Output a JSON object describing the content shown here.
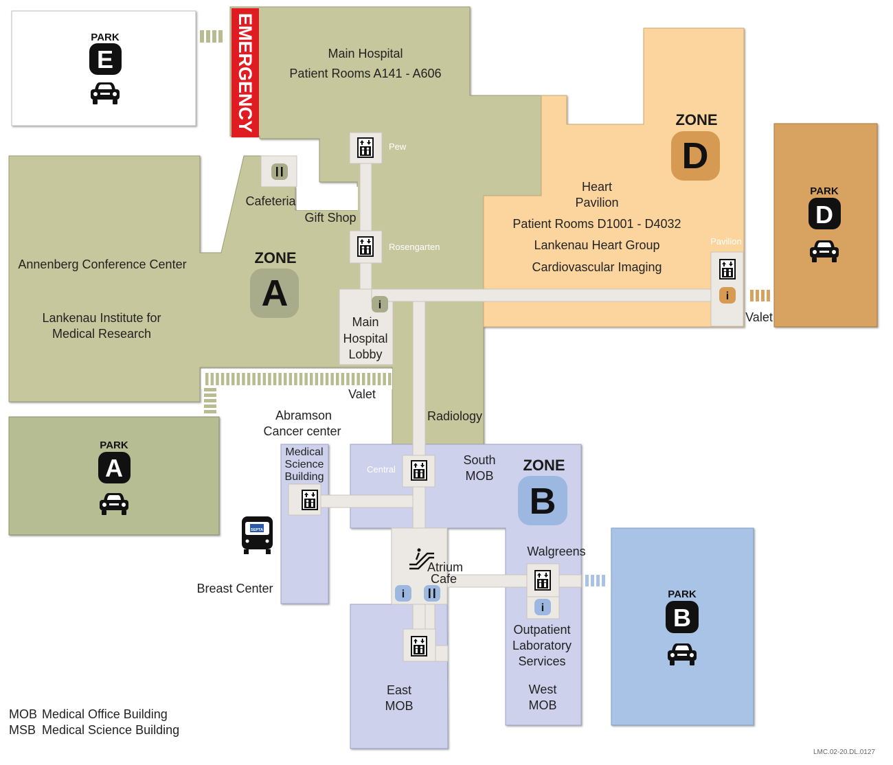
{
  "colors": {
    "zone_a": "#c6c79c",
    "zone_a_park": "#b7bd93",
    "zone_b": "#cdd1ec",
    "zone_b_park": "#a8c3e5",
    "zone_d": "#fbd59d",
    "zone_d_park": "#d8a361",
    "corridor": "#ece9e4",
    "emergency": "#e01b22"
  },
  "parking": {
    "e": {
      "word": "PARK",
      "letter": "E"
    },
    "a": {
      "word": "PARK",
      "letter": "A"
    },
    "d": {
      "word": "PARK",
      "letter": "D"
    },
    "b": {
      "word": "PARK",
      "letter": "B"
    }
  },
  "zones": {
    "a": {
      "word": "ZONE",
      "letter": "A"
    },
    "b": {
      "word": "ZONE",
      "letter": "B"
    },
    "d": {
      "word": "ZONE",
      "letter": "D"
    }
  },
  "emergency": "EMERGENCY",
  "labels": {
    "main_hospital": "Main Hospital",
    "patient_rooms_a": "Patient Rooms A141 - A606",
    "pew": "Pew",
    "cafeteria": "Cafeteria",
    "gift_shop": "Gift Shop",
    "rosengarten": "Rosengarten",
    "annenberg": "Annenberg Conference Center",
    "lankenau_institute_1": "Lankenau Institute for",
    "lankenau_institute_2": "Medical Research",
    "main_lobby_1": "Main",
    "main_lobby_2": "Hospital",
    "main_lobby_3": "Lobby",
    "heart_1": "Heart",
    "heart_2": "Pavilion",
    "patient_rooms_d": "Patient Rooms D1001 - D4032",
    "heart_group": "Lankenau Heart Group",
    "cardio_imaging": "Cardiovascular Imaging",
    "pavilion": "Pavilion",
    "valet_d": "Valet",
    "valet_a": "Valet",
    "abramson_1": "Abramson",
    "abramson_2": "Cancer center",
    "radiology": "Radiology",
    "msb_1": "Medical",
    "msb_2": "Science",
    "msb_3": "Building",
    "central": "Central",
    "south_mob_1": "South",
    "south_mob_2": "MOB",
    "walgreens": "Walgreens",
    "atrium_1": "Atrium",
    "atrium_2": "Cafe",
    "breast_center": "Breast Center",
    "outpatient_1": "Outpatient",
    "outpatient_2": "Laboratory",
    "outpatient_3": "Services",
    "east_mob_1": "East",
    "east_mob_2": "MOB",
    "west_mob_1": "West",
    "west_mob_2": "MOB"
  },
  "legend": [
    {
      "abbr": "MOB",
      "text": "Medical Office Building"
    },
    {
      "abbr": "MSB",
      "text": "Medical Science Building"
    }
  ],
  "footer_code": "LMC.02-20.DL.0127",
  "bus_badge": "SEPTA",
  "icons": [
    "elevator-icon",
    "info-icon",
    "food-icon",
    "escalator-icon",
    "car-icon",
    "bus-icon"
  ]
}
